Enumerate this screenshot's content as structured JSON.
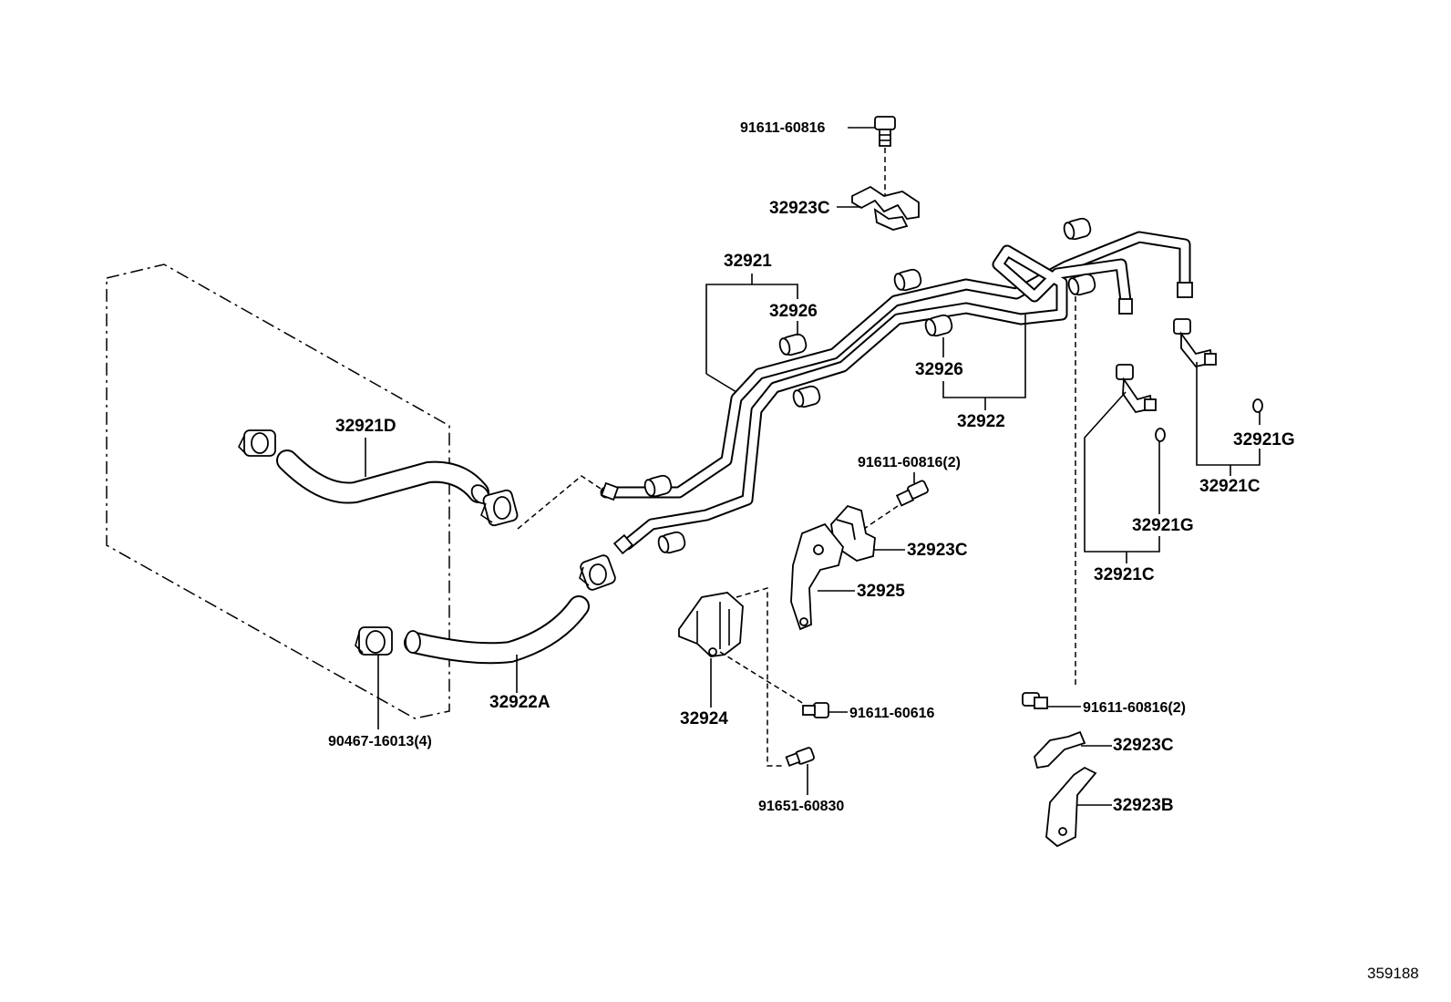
{
  "labels": {
    "bolt_top": "91611-60816",
    "clamp_top": "32923C",
    "tube_main": "32921",
    "grommet_upper": "32926",
    "grommet_mid": "32926",
    "tube_sub": "32922",
    "hose_upper": "32921D",
    "hose_lower": "32922A",
    "hose_clip": "90467-16013(4)",
    "bolt_mid": "91611-60816(2)",
    "clamp_mid": "32923C",
    "bracket_mid": "32925",
    "bracket_lower": "32924",
    "bolt_616": "91611-60616",
    "bolt_830": "91651-60830",
    "union_right_top": "32921C",
    "gasket_right_top": "32921G",
    "union_right_mid": "32921C",
    "gasket_right_mid": "32921G",
    "bolt_right": "91611-60816(2)",
    "clamp_right": "32923C",
    "bracket_right": "32923B"
  },
  "illustration_id": "359188"
}
